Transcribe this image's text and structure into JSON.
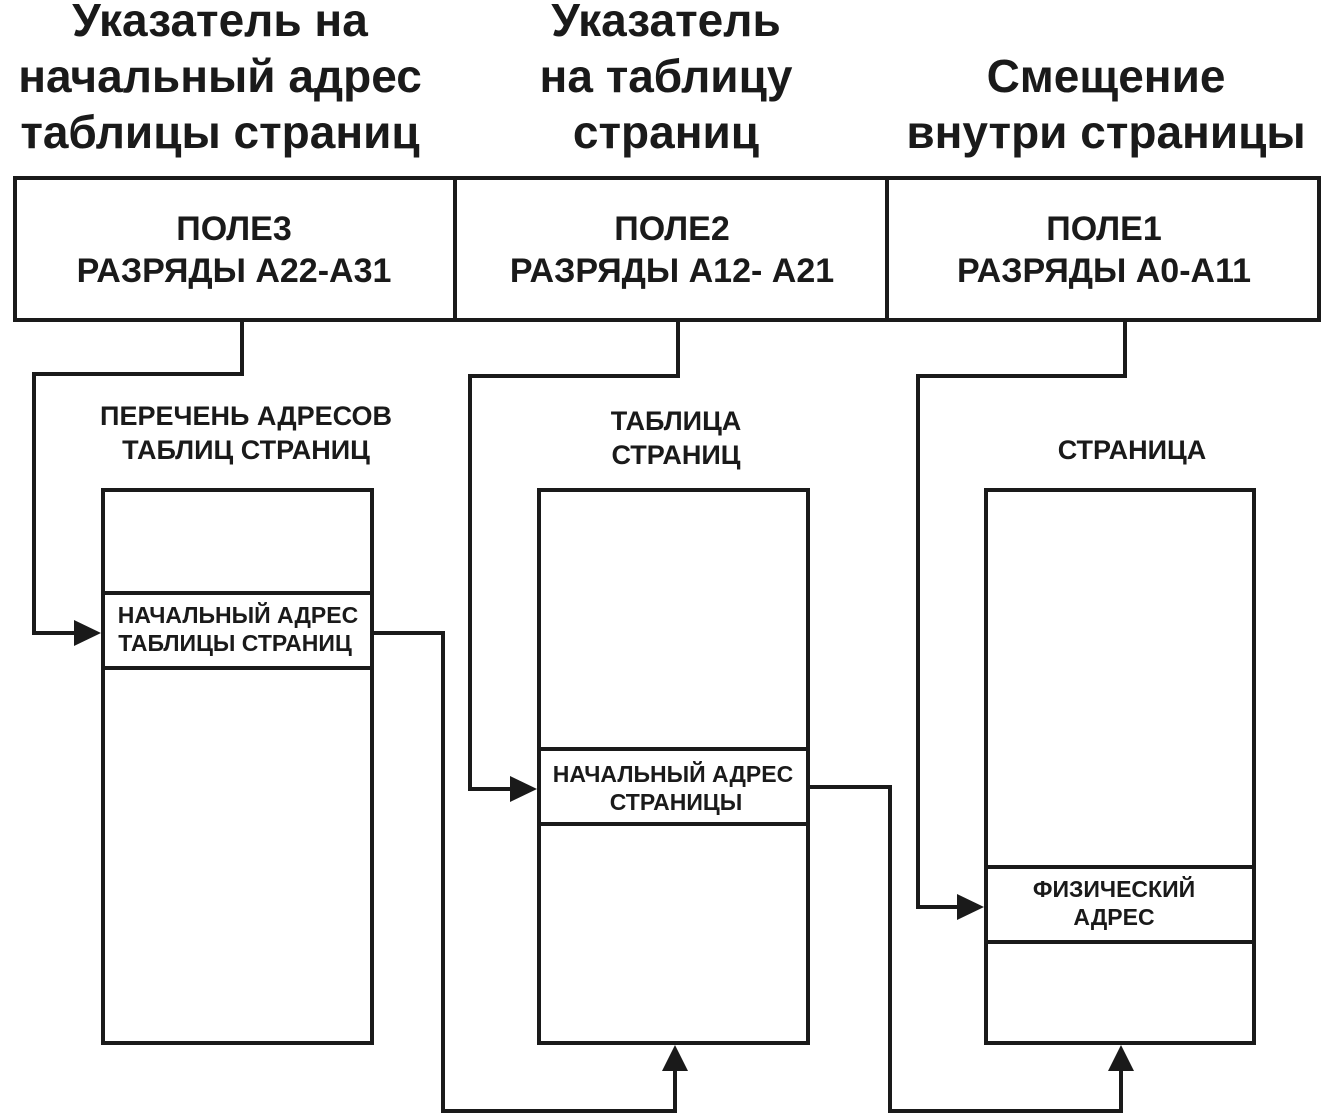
{
  "headings": {
    "field3": [
      "Указатель на",
      "начальный адрес",
      "таблицы страниц"
    ],
    "field2": [
      "Указатель",
      "на таблицу",
      "страниц"
    ],
    "field1": [
      "Смещение",
      "внутри страницы"
    ]
  },
  "address_fields": {
    "field3": {
      "name": "ПОЛЕ3",
      "bits": "РАЗРЯДЫ А22-А31"
    },
    "field2": {
      "name": "ПОЛЕ2",
      "bits": "РАЗРЯДЫ А12- А21"
    },
    "field1": {
      "name": "ПОЛЕ1",
      "bits": "РАЗРЯДЫ А0-А11"
    }
  },
  "blocks": {
    "directory": {
      "title": [
        "ПЕРЕЧЕНЬ АДРЕСОВ",
        "ТАБЛИЦ СТРАНИЦ"
      ],
      "entry": [
        "НАЧАЛЬНЫЙ АДРЕС",
        "ТАБЛИЦЫ СТРАНИЦ"
      ]
    },
    "page_table": {
      "title": [
        "ТАБЛИЦА",
        "СТРАНИЦ"
      ],
      "entry": [
        "НАЧАЛЬНЫЙ АДРЕС",
        "СТРАНИЦЫ"
      ]
    },
    "page": {
      "title": [
        "СТРАНИЦА"
      ],
      "entry": [
        "ФИЗИЧЕСКИЙ",
        "АДРЕС"
      ]
    }
  }
}
